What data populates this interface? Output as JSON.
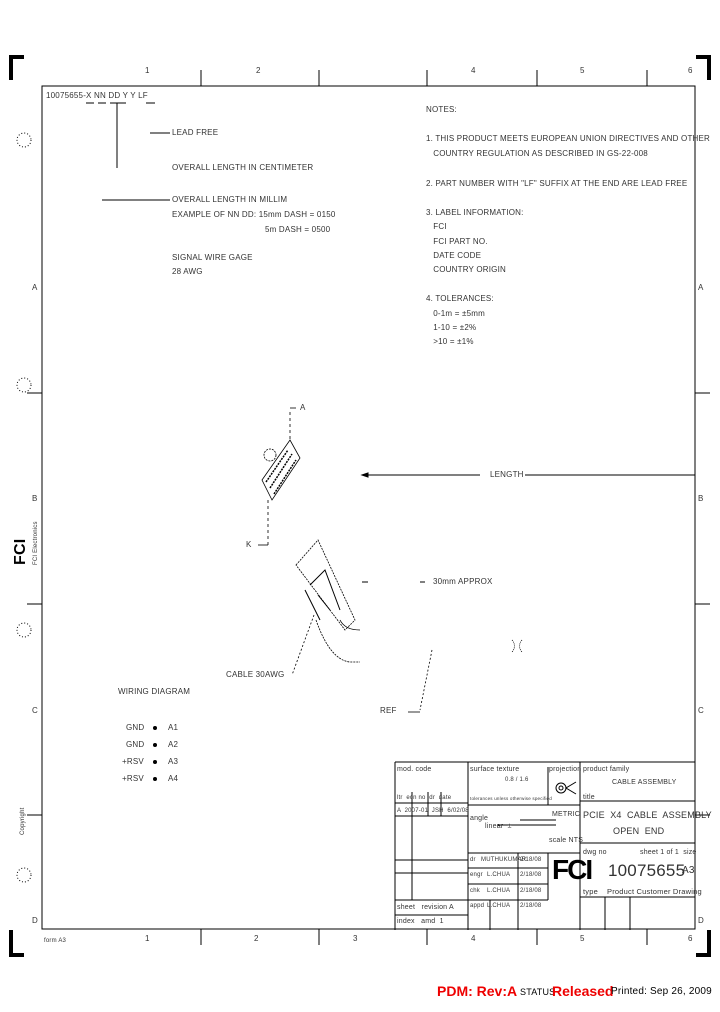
{
  "zones": {
    "columns": [
      "1",
      "2",
      "3",
      "4",
      "5",
      "6"
    ],
    "rows": [
      "A",
      "B",
      "C",
      "D"
    ]
  },
  "part_code": {
    "text": "10075655-X NN DD Y Y LF"
  },
  "callouts": {
    "lead_free": "LEAD FREE",
    "overall_length_cm": "OVERALL LENGTH IN CENTIMETER",
    "overall_length_mm": "OVERALL LENGTH IN MILLIM",
    "example": "EXAMPLE OF NN DD: 15mm DASH = 0150",
    "example2": "5m DASH = 0500",
    "signal_wire": "SIGNAL WIRE GAGE",
    "signal_wire2": "28 AWG"
  },
  "notes": {
    "title": "NOTES:",
    "items": [
      "1. THIS PRODUCT MEETS EUROPEAN UNION DIRECTIVES AND OTHER",
      "   COUNTRY REGULATION AS DESCRIBED IN GS-22-008",
      "2. PART NUMBER WITH \"LF\" SUFFIX AT THE END ARE LEAD FREE",
      "3. LABEL INFORMATION:",
      "   FCI",
      "   FCI PART NO.",
      "   DATE CODE",
      "   COUNTRY ORIGIN",
      "4. TOLERANCES:",
      "   0-1m = ±5mm",
      "   1-10 = ±2%",
      "   >10 = ±1%"
    ]
  },
  "drawing": {
    "length_label": "LENGTH",
    "dim_label": "30mm APPROX",
    "cable_label": "CABLE 30AWG",
    "ref_label": "REF",
    "a_label": "A",
    "k_label": "K"
  },
  "wiring": {
    "title": "WIRING DIAGRAM",
    "rows": [
      {
        "signal": "GND",
        "pin": "A1"
      },
      {
        "signal": "GND",
        "pin": "A2"
      },
      {
        "signal": "+RSV",
        "pin": "A3"
      },
      {
        "signal": "+RSV",
        "pin": "A4"
      }
    ]
  },
  "title_block": {
    "mod_code": "mod. code",
    "ltr_header": "ltr  ecn no  dr  date",
    "rev_row": "A  2007-01  JSH  6/02/08",
    "surface": "surface texture",
    "surface_val": "0.8 / 1.6",
    "projection": "projection",
    "tolerances_note": "tolerances unless otherwise specified",
    "angle": "angle",
    "linear": "linear  ±",
    "units": "METRIC",
    "scale": "scale NTS",
    "dr": "dr",
    "dr_name": "MUTHUKUMAR",
    "dr_date": "2/18/08",
    "engr": "engr",
    "engr_name": "L.CHUA",
    "engr_date": "2/18/08",
    "chk": "chk",
    "chk_name": "L.CHUA",
    "chk_date": "2/18/08",
    "appd": "appd",
    "appd_name": "L.CHUA",
    "appd_date": "2/18/08",
    "product_family_label": "product family",
    "product_family": "CABLE ASSEMBLY",
    "title_label": "title",
    "title_line1": "PCIE  X4  CABLE  ASSEMBLY",
    "title_line2": "OPEN  END",
    "dwg_no_label": "dwg no",
    "sheet_label": "sheet 1 of 1  size",
    "dwg_no": "10075655",
    "size": "A3",
    "type_label": "type",
    "type_value": "Product Customer Drawing",
    "sheet_rev": "sheet   revision A",
    "index": "index   amd  1",
    "logo": "FCI"
  },
  "side_text": {
    "copyright": "Copyright",
    "logo": "FCI",
    "company": "FCI Electronics"
  },
  "footer": {
    "pdm": "PDM: Rev:A",
    "status_label": "STATUS",
    "status": "Released",
    "printed": "Printed: Sep 26, 2009",
    "form": "form A3"
  },
  "colors": {
    "accent": "#e00000",
    "line": "#000000"
  }
}
